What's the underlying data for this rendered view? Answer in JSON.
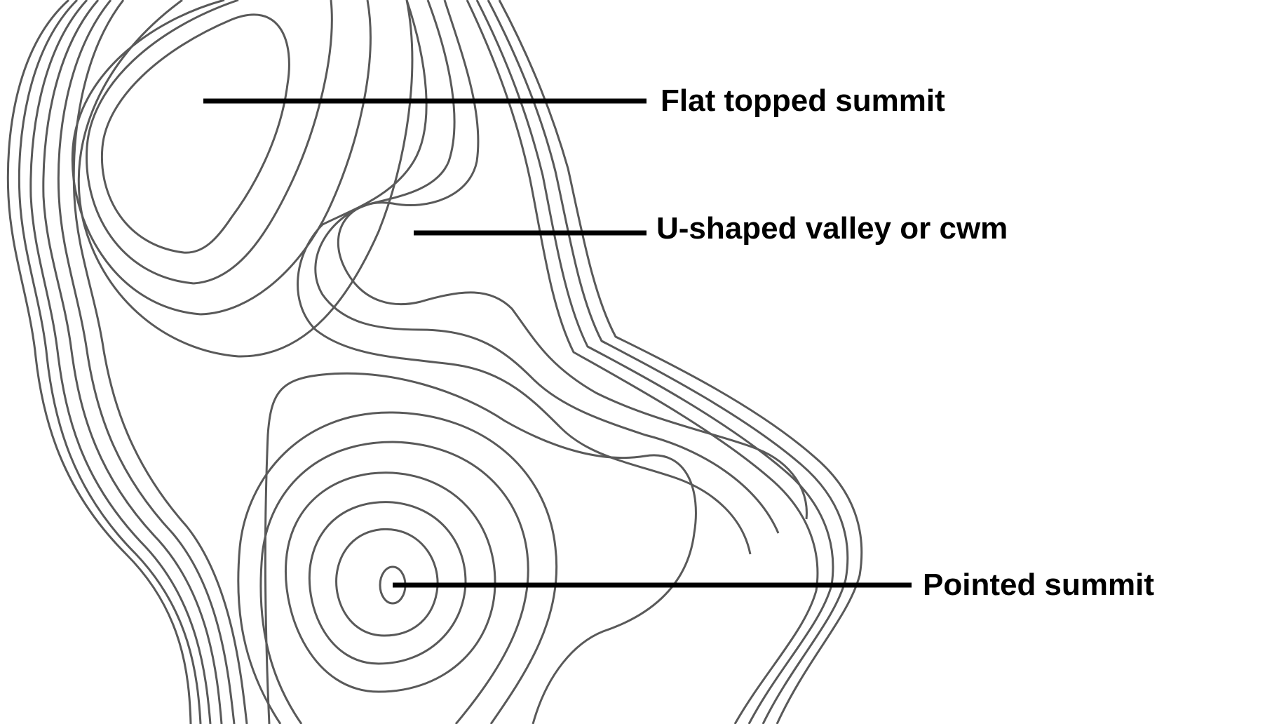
{
  "diagram": {
    "labels": {
      "flat_topped_summit": "Flat topped summit",
      "u_shaped_valley": "U-shaped valley or cwm",
      "pointed_summit": "Pointed summit"
    },
    "colors": {
      "contour": "#595959",
      "leader": "#000000",
      "text": "#000000",
      "background": "#ffffff"
    }
  }
}
